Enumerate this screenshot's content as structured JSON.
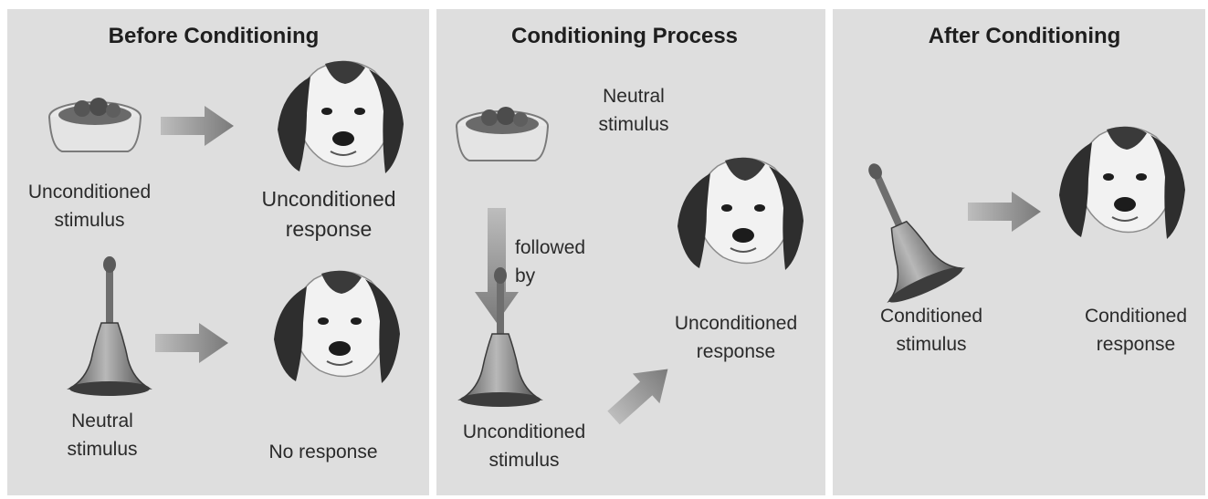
{
  "panels": {
    "before": {
      "title": "Before Conditioning",
      "food_label": [
        "Unconditioned",
        "stimulus"
      ],
      "response_label": [
        "Unconditioned",
        "response"
      ],
      "bell_label": [
        "Neutral",
        "stimulus"
      ],
      "no_response_label": "No response"
    },
    "process": {
      "title": "Conditioning Process",
      "neutral_label": [
        "Neutral",
        "stimulus"
      ],
      "followed_label": [
        "followed",
        "by"
      ],
      "response_label": [
        "Unconditioned",
        "response"
      ],
      "stimulus_label": [
        "Unconditioned",
        "stimulus"
      ]
    },
    "after": {
      "title": "After Conditioning",
      "bell_label": [
        "Conditioned",
        "stimulus"
      ],
      "response_label": [
        "Conditioned",
        "response"
      ]
    }
  },
  "colors": {
    "panel_bg": "#dedede",
    "arrow": "#8a8a8a",
    "text": "#2a2a2a"
  },
  "icons": [
    "food-bowl-icon",
    "dog-head-icon",
    "bell-icon",
    "arrow-icon"
  ]
}
